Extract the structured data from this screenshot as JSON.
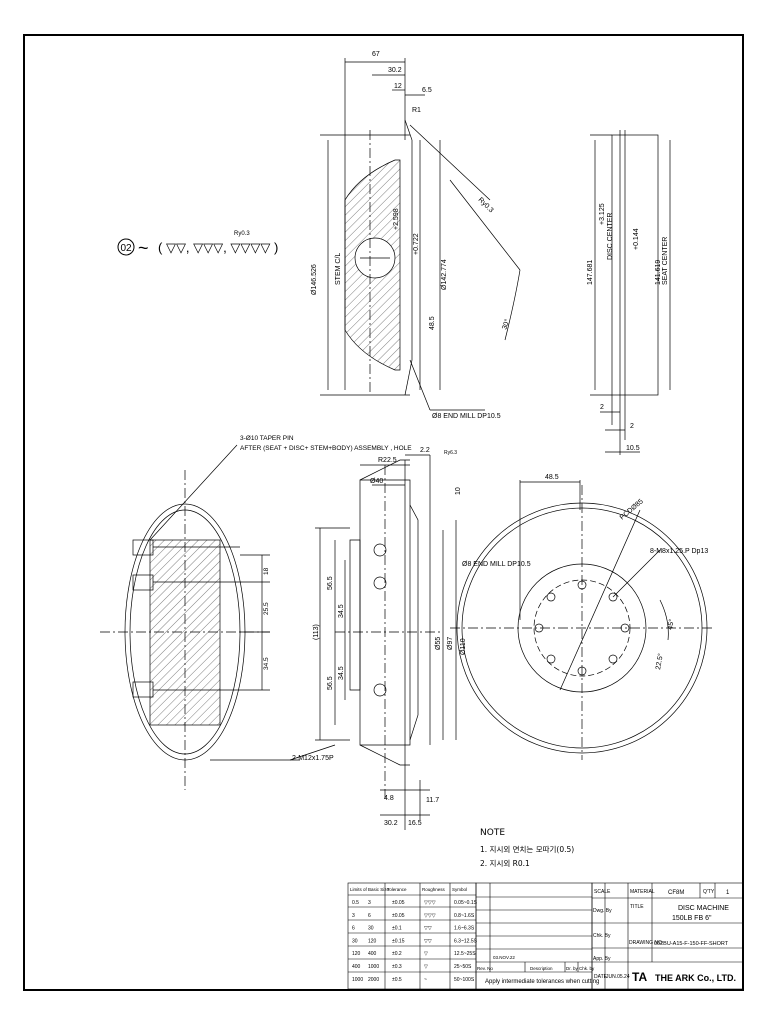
{
  "surface_symbol": {
    "number": "02",
    "symbols": "( ▽▽, ▽▽▽, ▽▽▽▽ )",
    "roughness": "Ry0.3"
  },
  "top_view": {
    "dims": [
      "67",
      "30.2",
      "12",
      "6.5",
      "R1",
      "Ø146.526",
      "Ø142.774",
      "+2.598",
      "+0.722",
      "48.5",
      "STEM C/L",
      "Ry0.3",
      "30°"
    ],
    "callout": "Ø8 END MILL DP10.5"
  },
  "side_view": {
    "dims": [
      "147.681",
      "+3.125",
      "+0.144",
      "141.619",
      "DISC CENTER",
      "SEAT CENTER",
      "2",
      "2",
      "10.5"
    ]
  },
  "left_view": {
    "callout_1": "3-Ø10 TAPER PIN",
    "callout_2": "AFTER (SEAT + DISC+ STEM+BODY) ASSEMBLY , HOLE",
    "dims": [
      "18",
      "25.5",
      "34.5"
    ]
  },
  "mid_view": {
    "dims": [
      "R22.5",
      "Ø40",
      "2.2",
      "10",
      "56.5",
      "34.5",
      "(113)",
      "56.5",
      "34.5",
      "Ø55",
      "Ø97",
      "Ø110",
      "4.8",
      "11.7",
      "30.2",
      "16.5",
      "Ry6.3"
    ],
    "callout_end_mill": "Ø8 END MILL DP10.5",
    "callout_thread": "2-M12x1.75P"
  },
  "right_view": {
    "dims": [
      "48.5",
      "PCDØ85",
      "45°",
      "22.5°"
    ],
    "callout": "8-M8x1.25.P Dp13"
  },
  "notes": {
    "title": "NOTE",
    "line1": "1. 지시외 면치는 모따기(0.5)",
    "line2": "2. 지시외 R0.1"
  },
  "tolerance_table": {
    "headers": [
      "Limits of Basic Size",
      "Tolerance",
      "Roughness",
      "Symbol"
    ],
    "rows": [
      [
        "0.5",
        "3",
        "±0.05",
        "▽▽▽",
        "0.05~0.1S"
      ],
      [
        "3",
        "6",
        "±0.05",
        "▽▽▽",
        "0.8~1.6S"
      ],
      [
        "6",
        "30",
        "±0.1",
        "▽▽",
        "1.6~6.3S"
      ],
      [
        "30",
        "120",
        "±0.15",
        "▽▽",
        "6.3~12.5S"
      ],
      [
        "120",
        "400",
        "±0.2",
        "▽",
        "12.5~25S"
      ],
      [
        "400",
        "1000",
        "±0.3",
        "▽",
        "25~50S"
      ],
      [
        "1000",
        "2000",
        "±0.5",
        "~",
        "50~100S"
      ]
    ],
    "footer": "Apply intermediate tolerances when cutting"
  },
  "revision": {
    "header_no": "Rev. No",
    "header_date": "Date",
    "header_desc": "Description",
    "header_by": "Dr. by",
    "header_chk": "Chk. by",
    "rev_date": "03.NOV.22"
  },
  "title_block": {
    "scale_label": "SCALE",
    "material_label": "MATERIAL",
    "material": "CF8M",
    "qty_label": "Q'TY",
    "qty": "1",
    "dwg_by_label": "Dwg. By",
    "title_label": "TITLE",
    "title_1": "DISC MACHINE",
    "title_2": "150LB FB 6\"",
    "chk_by_label": "Chk. By",
    "app_by_label": "App. By",
    "drawing_no_label": "DRAWING NO",
    "drawing_no": "002BU-A15-F-150-FF-SHORT",
    "date_label": "DATE",
    "date": "JUN.05.24",
    "logo": "TA",
    "company": "THE ARK Co., LTD."
  }
}
